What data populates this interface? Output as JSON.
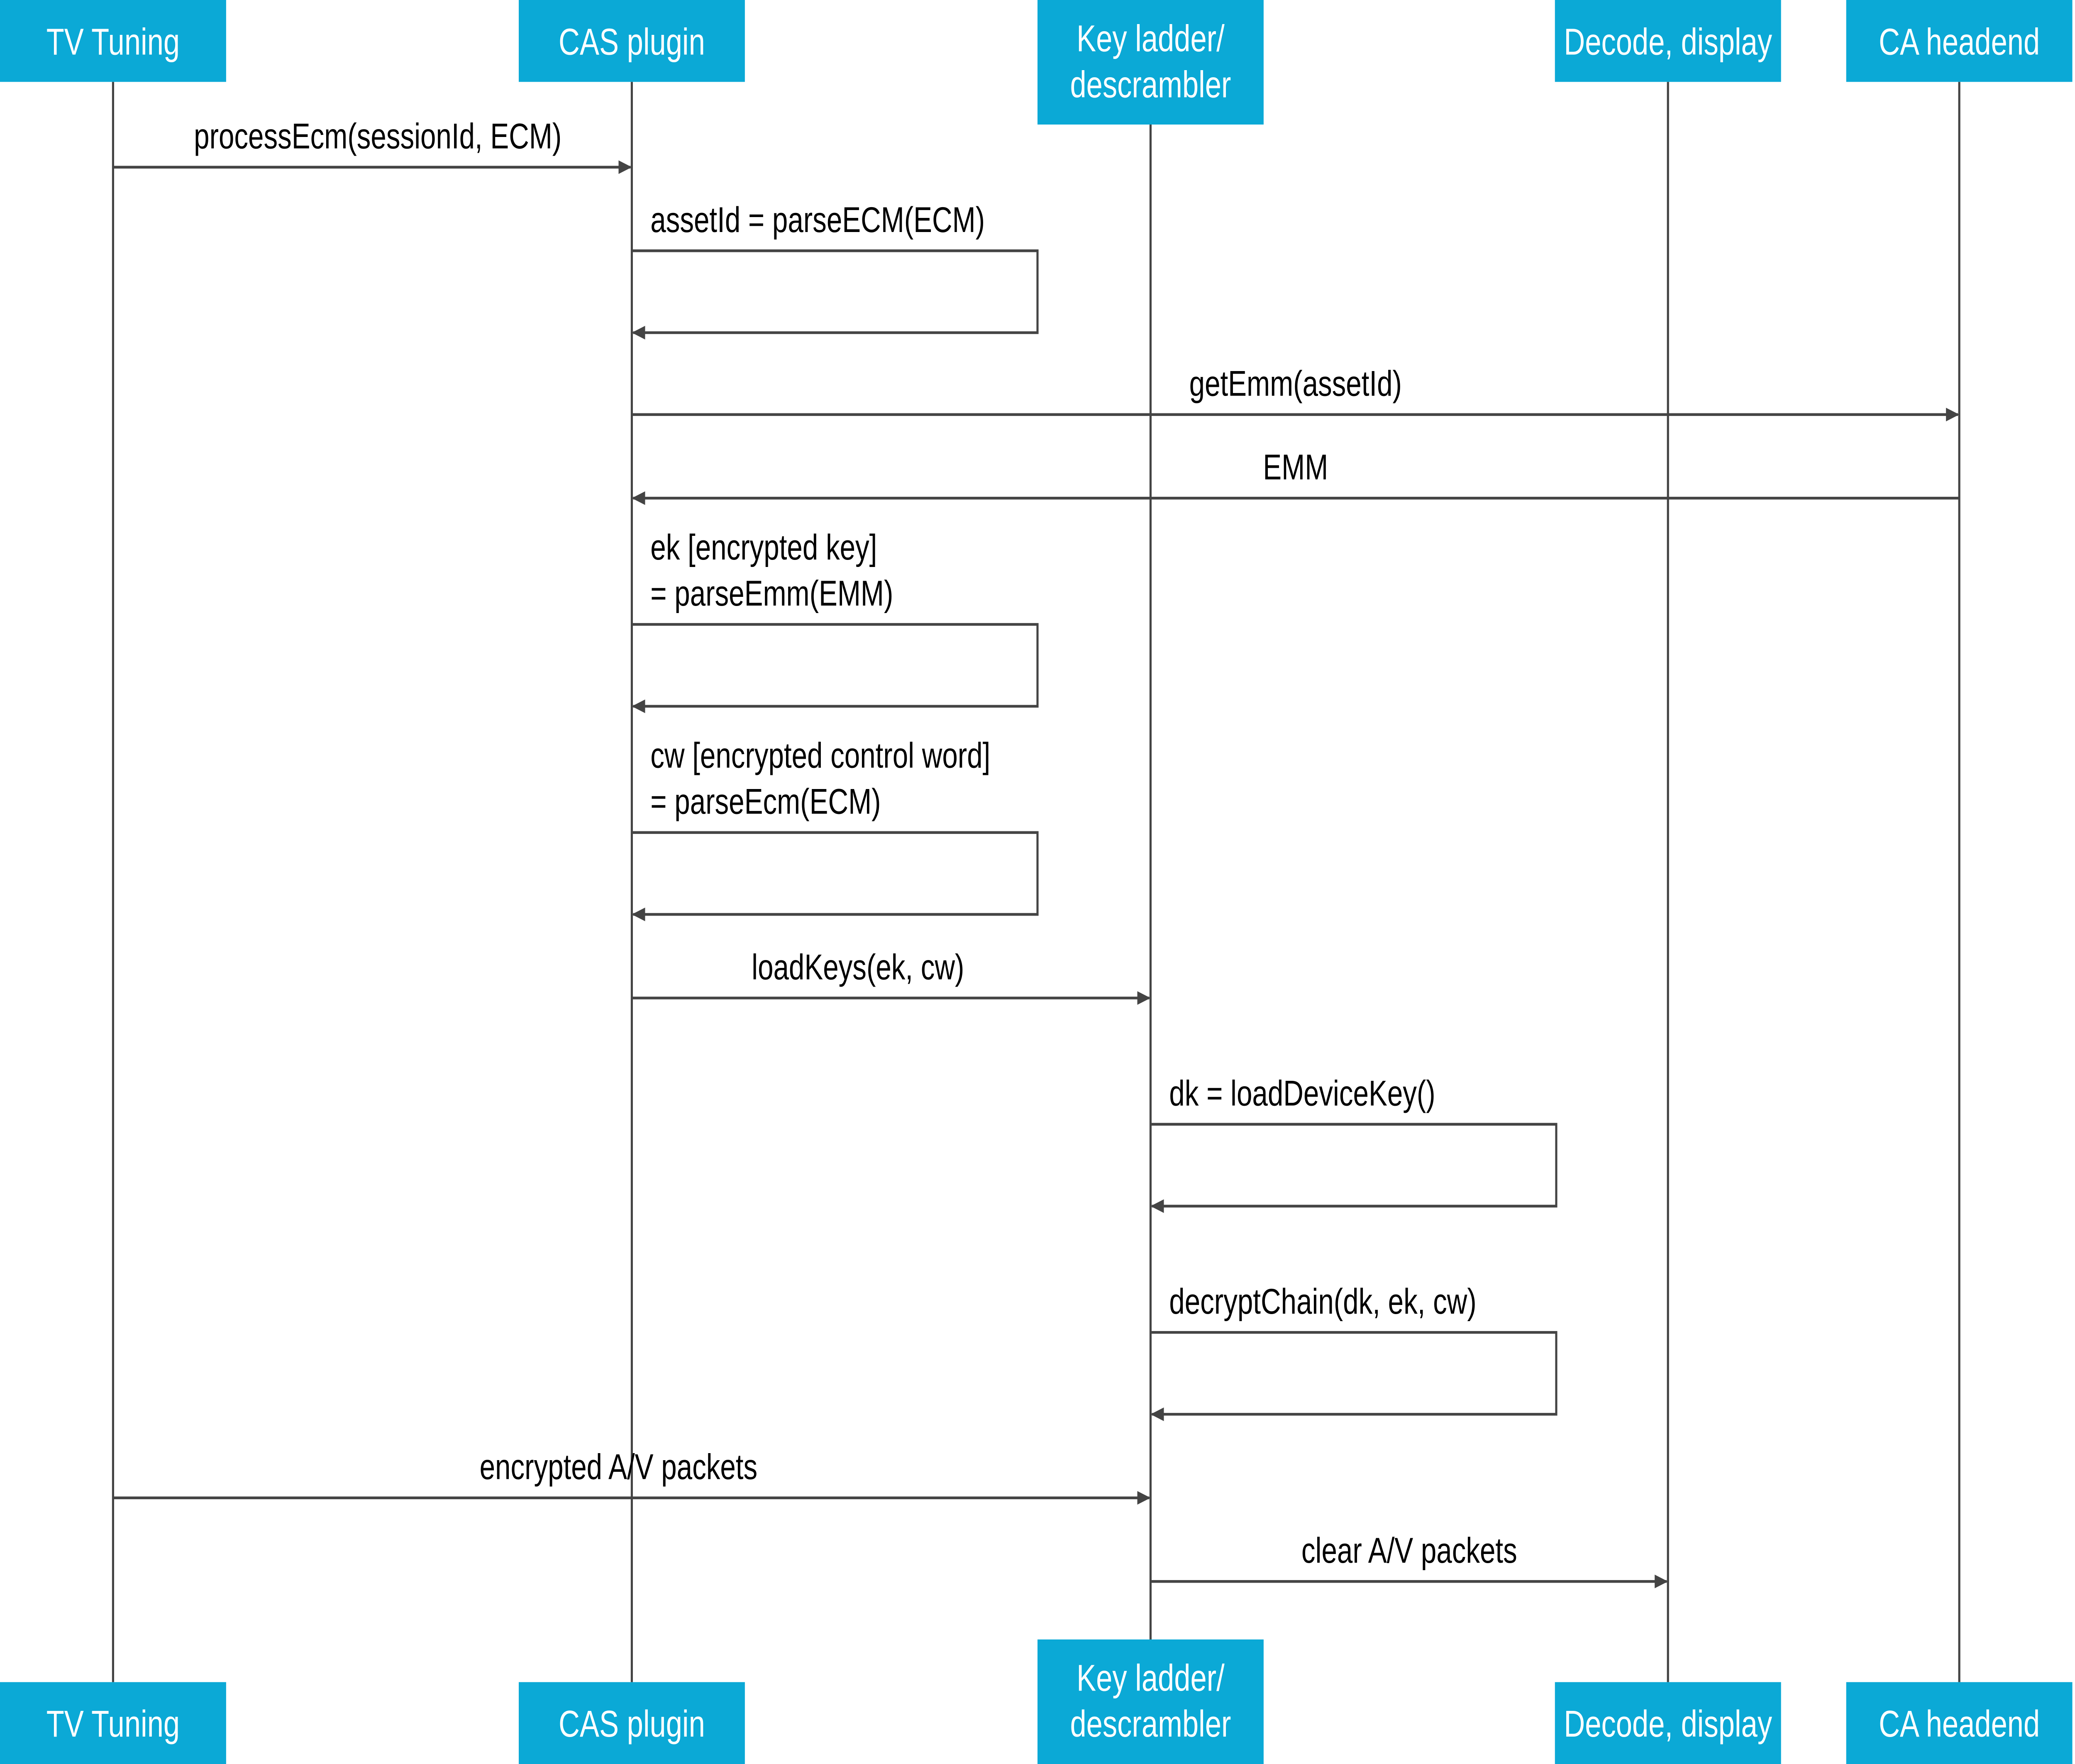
{
  "colors": {
    "participant_fill": "#0BA9D6",
    "line": "#444444",
    "participant_text": "#FFFFFF"
  },
  "participants": [
    {
      "label": [
        "TV Tuning"
      ]
    },
    {
      "label": [
        "CAS plugin"
      ]
    },
    {
      "label": [
        "Key ladder/",
        "descrambler"
      ]
    },
    {
      "label": [
        "Decode, display"
      ]
    },
    {
      "label": [
        "CA headend"
      ]
    }
  ],
  "messages": [
    {
      "from": 0,
      "to": 1,
      "label": [
        "processEcm(sessionId, ECM)"
      ]
    },
    {
      "from": 1,
      "to": 1,
      "label": [
        "assetId = parseECM(ECM)"
      ]
    },
    {
      "from": 1,
      "to": 4,
      "label": [
        "getEmm(assetId)"
      ]
    },
    {
      "from": 4,
      "to": 1,
      "label": [
        "EMM"
      ]
    },
    {
      "from": 1,
      "to": 1,
      "label": [
        "ek [encrypted key]",
        "= parseEmm(EMM)"
      ]
    },
    {
      "from": 1,
      "to": 1,
      "label": [
        "cw [encrypted control word]",
        "= parseEcm(ECM)"
      ]
    },
    {
      "from": 1,
      "to": 2,
      "label": [
        "loadKeys(ek, cw)"
      ]
    },
    {
      "from": 2,
      "to": 2,
      "label": [
        "dk = loadDeviceKey()"
      ]
    },
    {
      "from": 2,
      "to": 2,
      "label": [
        "decryptChain(dk, ek, cw)"
      ]
    },
    {
      "from": 0,
      "to": 2,
      "label": [
        "encrypted A/V packets"
      ]
    },
    {
      "from": 2,
      "to": 3,
      "label": [
        "clear A/V packets"
      ]
    }
  ]
}
